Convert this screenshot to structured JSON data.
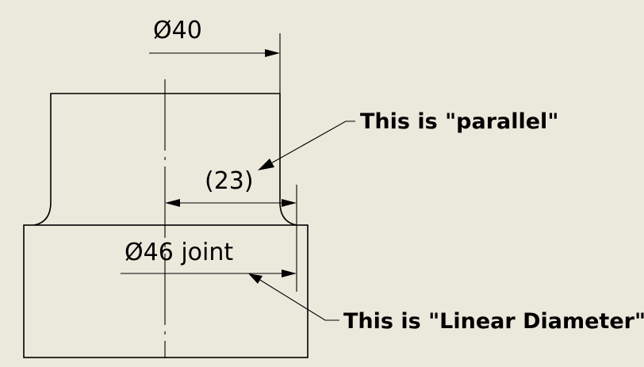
{
  "dimensions": {
    "top_diameter": "Ø40",
    "middle_reference": "(23)",
    "bottom_diameter": "Ø46 joint"
  },
  "notes": {
    "parallel_note": "This is \"parallel\"",
    "linear_diameter_note": "This is \"Linear Diameter\""
  },
  "colors": {
    "background": "#ebe9db",
    "lines": "#000000"
  }
}
